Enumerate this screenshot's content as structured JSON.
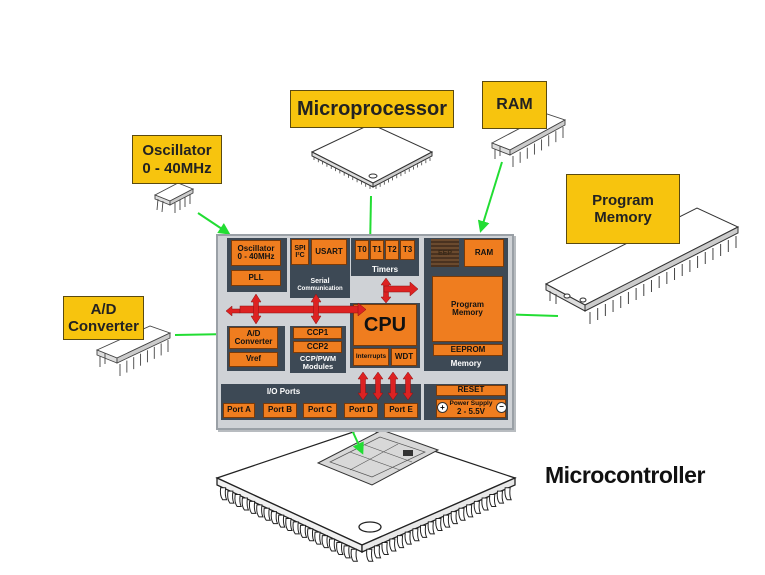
{
  "labels": {
    "microprocessor": "Microprocessor",
    "ram": "RAM",
    "oscillator_line1": "Oscillator",
    "oscillator_line2": "0 - 40MHz",
    "program_memory_line1": "Program",
    "program_memory_line2": "Memory",
    "ad_line1": "A/D",
    "ad_line2": "Converter",
    "microcontroller": "Microcontroller"
  },
  "board": {
    "oscillator_block_line1": "Oscillator",
    "oscillator_block_line2": "0 - 40MHz",
    "pll": "PLL",
    "spi": "SPI",
    "i2c": "I²C",
    "usart": "USART",
    "serial_communication_line1": "Serial",
    "serial_communication_line2": "Communication",
    "timers": [
      "T0",
      "T1",
      "T2",
      "T3"
    ],
    "timers_label": "Timers",
    "eeprom_stripes": "EEP",
    "ram": "RAM",
    "program_memory_line1": "Program",
    "program_memory_line2": "Memory",
    "eeprom": "EEPROM",
    "memory_label": "Memory",
    "cpu": "CPU",
    "interrupts": "Interrupts",
    "wdt": "WDT",
    "ad_line1": "A/D",
    "ad_line2": "Converter",
    "vref": "Vref",
    "ccp1": "CCP1",
    "ccp2": "CCP2",
    "ccp_label_line1": "CCP/PWM",
    "ccp_label_line2": "Modules",
    "io_label": "I/O Ports",
    "ports": [
      "Port A",
      "Port B",
      "Port C",
      "Port D",
      "Port E"
    ],
    "reset": "RESET",
    "power_line1": "Power Supply",
    "power_line2": "2 - 5.5V"
  },
  "colors": {
    "label_yellow": "#f7c40e",
    "block_orange": "#ef7d1f",
    "group_dark": "#3d4955",
    "board_gray": "#cfd2d6",
    "arrow_green": "#22dd33",
    "bus_red": "#dd2222"
  }
}
